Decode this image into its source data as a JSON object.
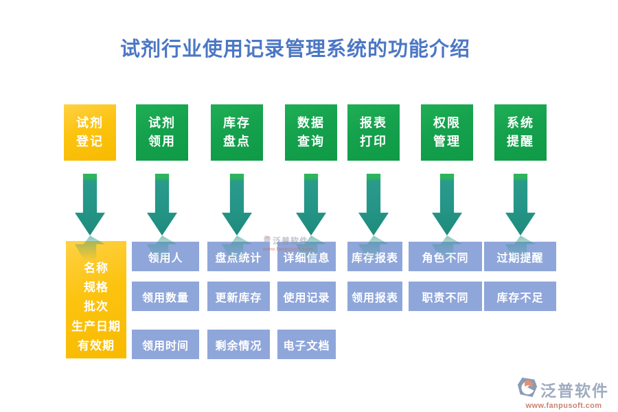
{
  "title": "试剂行业使用记录管理系统的功能介绍",
  "columns": [
    {
      "header": "试剂\n登记",
      "items": [
        "名称",
        "规格",
        "批次",
        "生产日期",
        "有效期"
      ]
    },
    {
      "header": "试剂\n领用",
      "items": [
        "领用人",
        "领用数量",
        "领用时间"
      ]
    },
    {
      "header": "库存\n盘点",
      "items": [
        "盘点统计",
        "更新库存",
        "剩余情况"
      ]
    },
    {
      "header": "数据\n查询",
      "items": [
        "详细信息",
        "使用记录",
        "电子文档"
      ]
    },
    {
      "header": "报表\n打印",
      "items": [
        "库存报表",
        "领用报表"
      ]
    },
    {
      "header": "权限\n管理",
      "items": [
        "角色不同",
        "职责不同"
      ]
    },
    {
      "header": "系统\n提醒",
      "items": [
        "过期提醒",
        "库存不足"
      ]
    }
  ],
  "watermark": {
    "brand": "泛普软件",
    "url": "www.fanpusoft.com"
  },
  "footer_logo": {
    "brand": "泛普软件",
    "url": "www.fanpusoft.com"
  },
  "colors": {
    "title_blue": "#4C77C5",
    "header_green": "#14A04C",
    "header_yellow": "#FCC30F",
    "item_blue": "#8FA6DA",
    "arrow_teal": "#239485",
    "arrow_cap_green": "#2EB45C"
  }
}
